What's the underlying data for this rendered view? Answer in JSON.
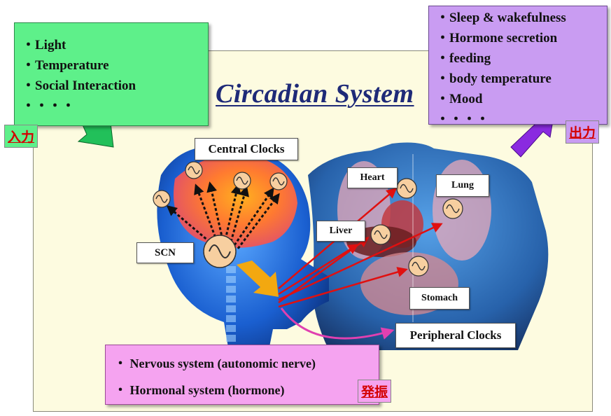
{
  "title": "Circadian System",
  "input": {
    "tag": "入力",
    "items": [
      "・Light",
      "・Temperature",
      "・Social Interaction",
      "・・・・"
    ]
  },
  "output": {
    "tag": "出力",
    "items": [
      "・Sleep & wakefulness",
      "・Hormone secretion",
      "・feeding",
      "・body temperature",
      "・Mood",
      "・・・・"
    ]
  },
  "oscillation": {
    "tag": "発振",
    "items": [
      "・ Nervous system (autonomic nerve)",
      "・ Hormonal system (hormone)"
    ]
  },
  "labels": {
    "central_clocks": "Central Clocks",
    "scn": "SCN",
    "heart": "Heart",
    "lung": "Lung",
    "liver": "Liver",
    "stomach": "Stomach",
    "peripheral_clocks": "Peripheral Clocks"
  },
  "colors": {
    "input_bg": "#5ef08a",
    "output_bg": "#c99cf2",
    "oscillation_bg": "#f5a3f0",
    "panel_bg": "#fdfbe0",
    "tag_text": "#d40000",
    "title_text": "#1e2a78",
    "signal_arrow": "#e01010",
    "clock_fill": "#f7cfa0"
  }
}
